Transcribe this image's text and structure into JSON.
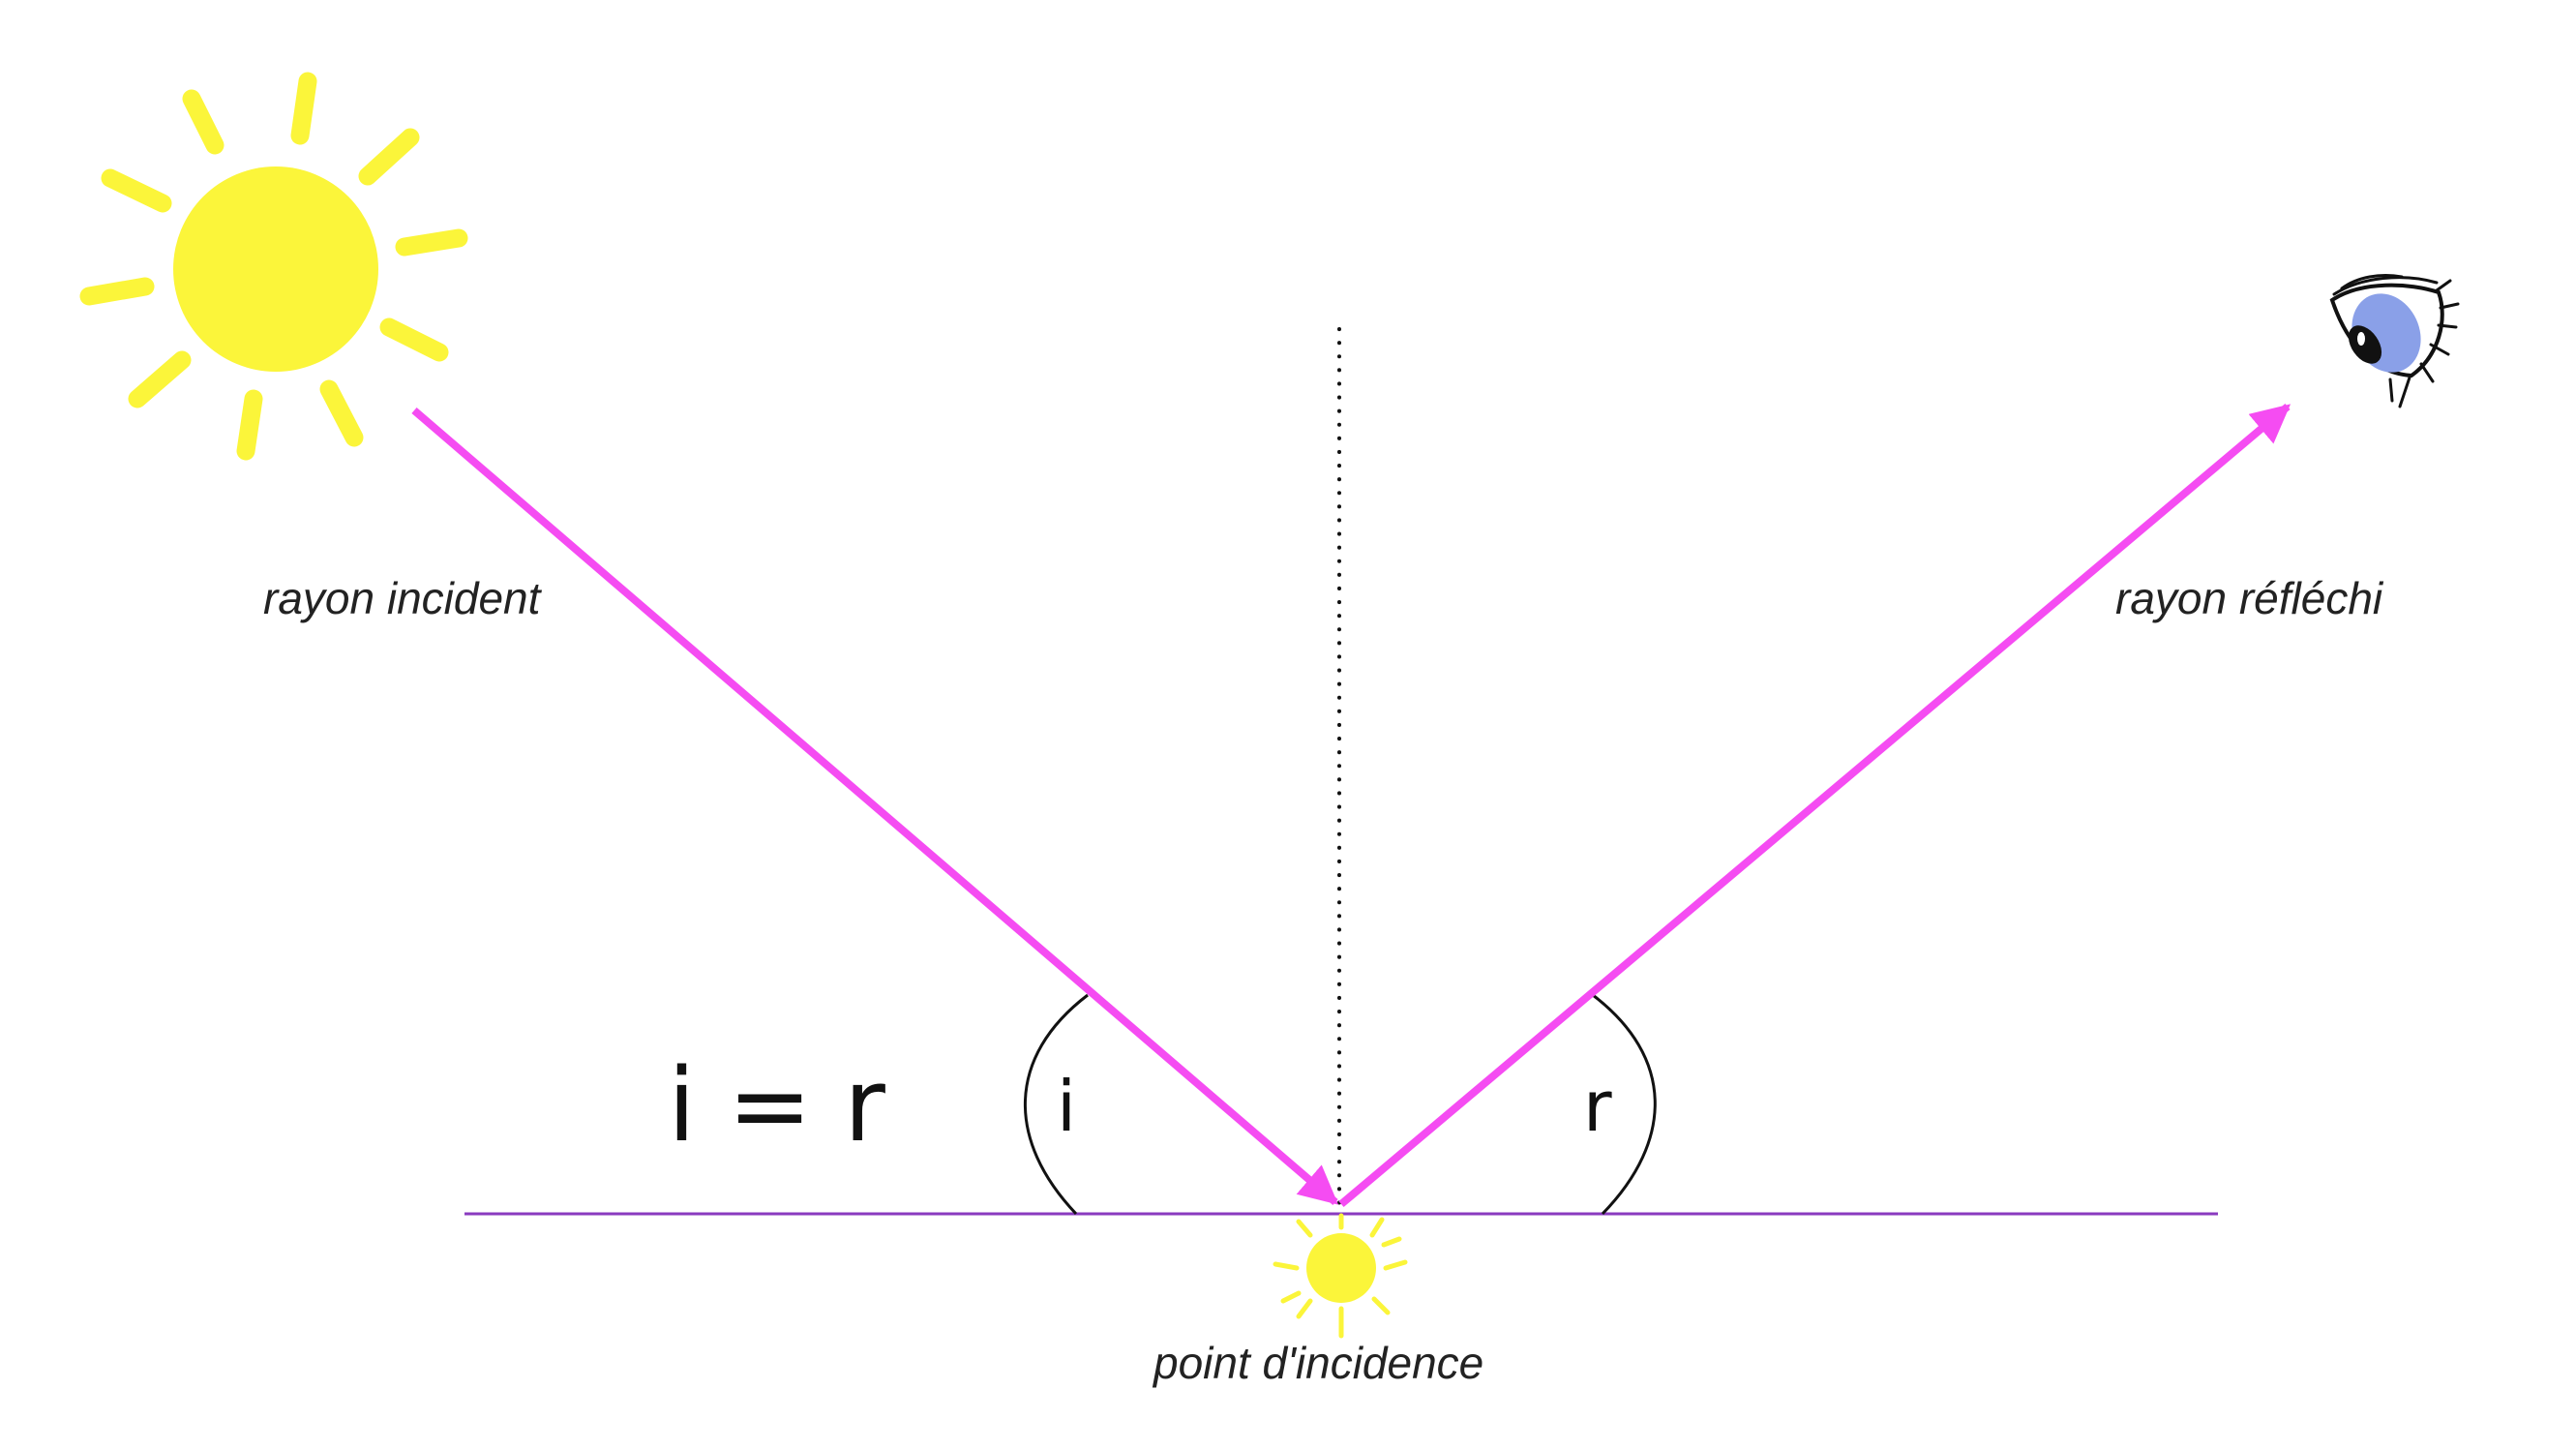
{
  "diagram": {
    "labels": {
      "incident_ray": "rayon incident",
      "reflected_ray": "rayon réfléchi",
      "incidence_point": "point d'incidence",
      "angle_incidence": "i",
      "angle_reflection": "r",
      "equation": "i = r"
    },
    "colors": {
      "ray": "#f54cf2",
      "surface": "#8a3bbf",
      "sun": "#fbf53a",
      "normal": "#111111",
      "arc": "#111111",
      "eye_iris": "#8aa0e8",
      "eye_pupil": "#111111"
    },
    "icons": {
      "light_source": "sun-icon",
      "incidence_marker": "small-sun-icon",
      "observer": "eye-icon"
    }
  }
}
